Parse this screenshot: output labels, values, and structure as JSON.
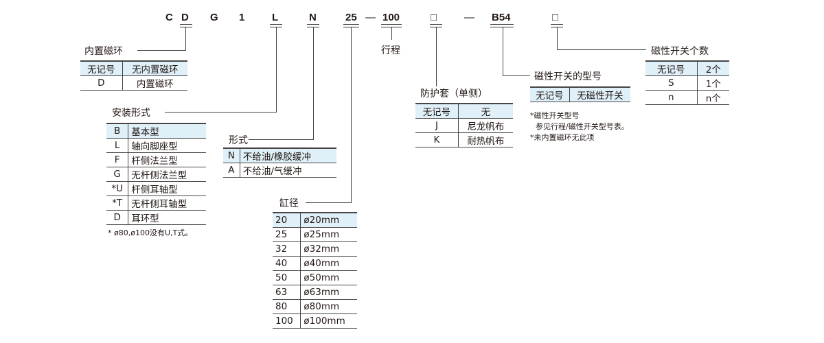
{
  "code": {
    "parts": [
      "C",
      "D",
      "G",
      "1",
      "L",
      "N",
      "25",
      "—",
      "100",
      "□",
      "—",
      "B54",
      "□"
    ]
  },
  "magnet": {
    "title": "内置磁环",
    "rows": [
      [
        "无记号",
        "无内置磁环"
      ],
      [
        "D",
        "内置磁环"
      ]
    ]
  },
  "mounting": {
    "title": "安装形式",
    "rows": [
      [
        "B",
        "基本型"
      ],
      [
        "L",
        "轴向脚座型"
      ],
      [
        "F",
        "杆侧法兰型"
      ],
      [
        "G",
        "无杆侧法兰型"
      ],
      [
        "*U",
        "杆侧耳轴型"
      ],
      [
        "*T",
        "无杆侧耳轴型"
      ],
      [
        "D",
        "耳环型"
      ]
    ],
    "note": "* ø80,ø100没有U,T式。"
  },
  "type": {
    "title": "形式",
    "rows": [
      [
        "N",
        "不给油/橡胶缓冲"
      ],
      [
        "A",
        "不给油/气缓冲"
      ]
    ]
  },
  "bore": {
    "title": "缸径",
    "rows": [
      [
        "20",
        "ø20mm"
      ],
      [
        "25",
        "ø25mm"
      ],
      [
        "32",
        "ø32mm"
      ],
      [
        "40",
        "ø40mm"
      ],
      [
        "50",
        "ø50mm"
      ],
      [
        "63",
        "ø63mm"
      ],
      [
        "80",
        "ø80mm"
      ],
      [
        "100",
        "ø100mm"
      ]
    ]
  },
  "stroke": {
    "title": "行程"
  },
  "boot": {
    "title": "防护套（单侧）",
    "rows": [
      [
        "无记号",
        "无"
      ],
      [
        "J",
        "尼龙帆布"
      ],
      [
        "K",
        "耐热帆布"
      ]
    ]
  },
  "switch_model": {
    "title": "磁性开关的型号",
    "rows": [
      [
        "无记号",
        "无磁性开关"
      ]
    ],
    "notes": [
      "*磁性开关型号",
      "参见行程/磁性开关型号表。",
      "*未内置磁环无此项"
    ]
  },
  "switch_count": {
    "title": "磁性开关个数",
    "rows": [
      [
        "无记号",
        "2个"
      ],
      [
        "S",
        "1个"
      ],
      [
        "n",
        "n个"
      ]
    ]
  }
}
